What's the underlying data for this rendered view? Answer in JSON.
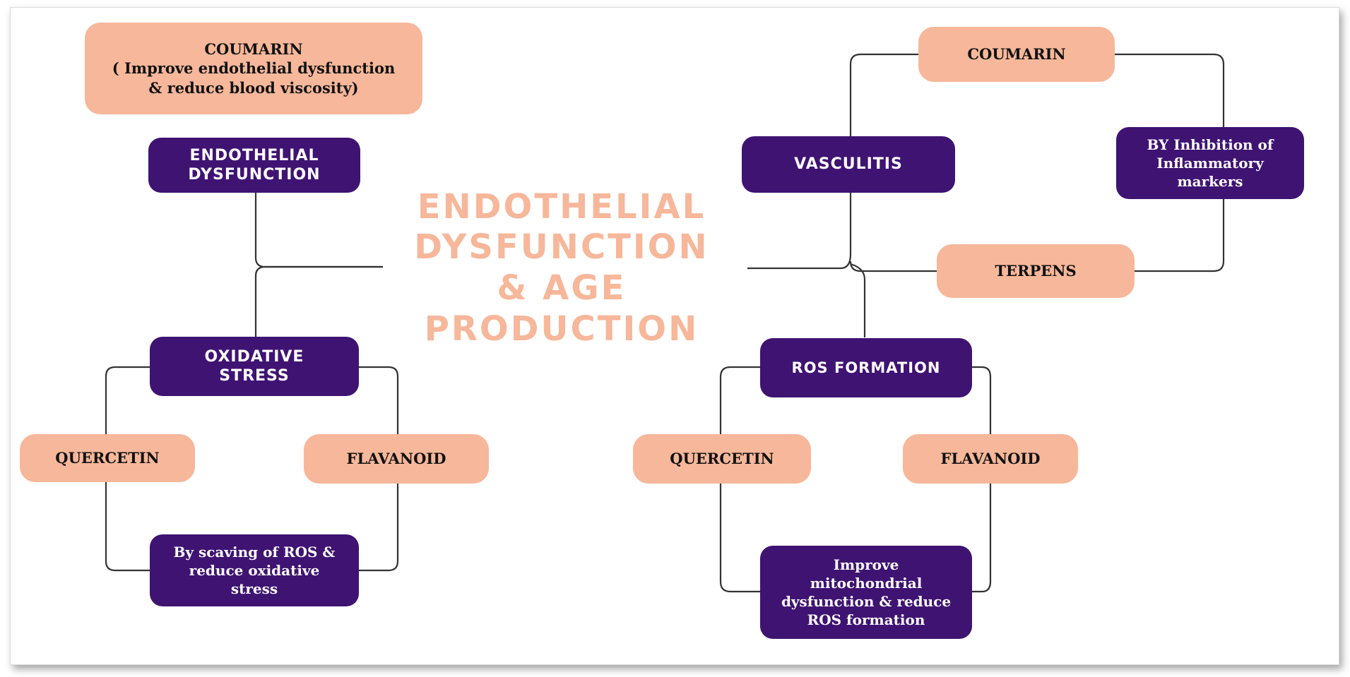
{
  "title": "ENDOTHELIAL\nDYSFUNCTION\n& AGE\nPRODUCTION",
  "colors": {
    "peach": "#f7b79a",
    "purple": "#3f1372",
    "connector": "#333333",
    "title": "#f7b79a"
  },
  "left_top": {
    "coumarin": "COUMARIN\n( Improve endothelial dysfunction\n& reduce blood viscosity)",
    "endothelial_dysfunction": "ENDOTHELIAL\nDYSFUNCTION"
  },
  "left_bottom": {
    "oxidative_stress": "OXIDATIVE\nSTRESS",
    "quercetin": "QUERCETIN",
    "flavanoid": "FLAVANOID",
    "mechanism": "By scaving of ROS &\nreduce oxidative\nstress"
  },
  "right_top": {
    "coumarin": "COUMARIN",
    "vasculitis": "VASCULITIS",
    "mechanism": "BY Inhibition of\nInflammatory\nmarkers",
    "terpens": "TERPENS"
  },
  "right_bottom": {
    "ros_formation": "ROS FORMATION",
    "quercetin": "QUERCETIN",
    "flavanoid": "FLAVANOID",
    "mechanism": "Improve\nmitochondrial\ndysfunction & reduce\nROS formation"
  }
}
